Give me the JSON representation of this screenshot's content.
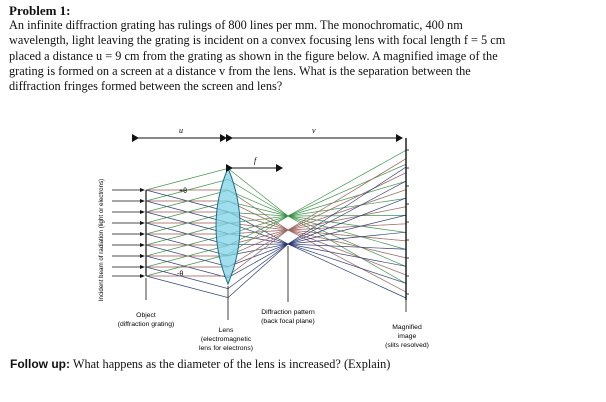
{
  "problem": {
    "title": "Problem 1:",
    "lines": [
      "An infinite diffraction grating has rulings of 800 lines per mm. The monochromatic, 400 nm",
      "wavelength, light leaving the grating is incident on a convex focusing lens with focal length f = 5 cm",
      "placed a distance u = 9 cm from the grating as shown in the figure below. A magnified image of the",
      "grating is formed on a screen at a distance v from the lens. What is the separation between the",
      "diffraction fringes formed between the screen and lens?"
    ]
  },
  "figure": {
    "label_u": "u",
    "label_v": "v",
    "label_f": "f",
    "order_plus": "+θ",
    "order_minus": "-θ",
    "incident_beam": "Incident beam of radiation (light or electrons)",
    "object_line1": "Object",
    "object_line2": "(diffraction grating)",
    "lens_line1": "Lens",
    "lens_line2": "(electromagnetic",
    "lens_line3": "lens for electrons)",
    "pattern_line1": "Diffraction pattern",
    "pattern_line2": "(back focal plane)",
    "image_line1": "Magnified",
    "image_line2": "image",
    "image_line3": "(slits resolved)",
    "colors": {
      "green": "#2e8b3a",
      "red": "#c0392b",
      "navy": "#1f2f6b",
      "gray": "#8a8a8a",
      "lens": "#7fd3e6"
    }
  },
  "followup": {
    "label": "Follow up:",
    "text": " What happens as the diameter of the lens is increased? (Explain)"
  }
}
